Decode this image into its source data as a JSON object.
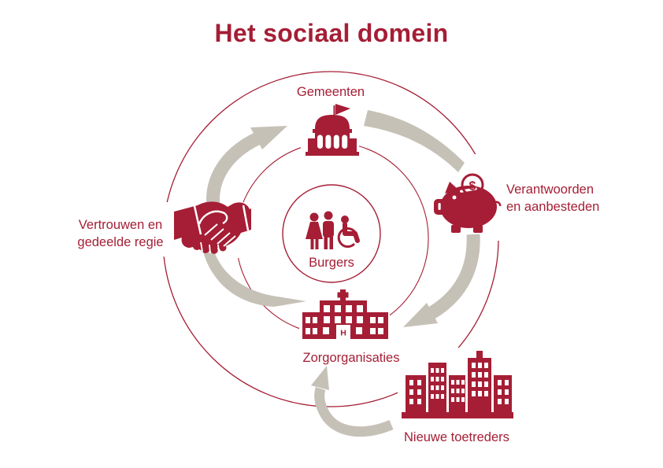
{
  "title": "Het sociaal domein",
  "colors": {
    "accent_red": "#a51e35",
    "arrow_gray": "#c6c1b7",
    "background": "#ffffff"
  },
  "center": {
    "label": "Burgers",
    "icons": [
      "woman-icon",
      "man-icon",
      "wheelchair-user-icon"
    ]
  },
  "nodes": {
    "gemeenten": {
      "label": "Gemeenten",
      "icon": "government-building-icon",
      "position": "top"
    },
    "verantwoorden": {
      "line1": "Verantwoorden",
      "line2": "en aanbesteden",
      "icon": "piggy-bank-icon",
      "position": "right"
    },
    "zorgorganisaties": {
      "label": "Zorgorganisaties",
      "icon": "hospital-icon",
      "position": "bottom"
    },
    "nieuwe_toetreders": {
      "label": "Nieuwe toetreders",
      "icon": "city-buildings-icon",
      "position": "bottom-right"
    },
    "vertrouwen": {
      "line1": "Vertrouwen en",
      "line2": "gedeelde regie",
      "icon": "handshake-icon",
      "position": "left"
    }
  },
  "symbols": {
    "coin": "$",
    "door": "H"
  },
  "arrows": [
    {
      "from": "Vertrouwen en gedeelde regie",
      "to": "Gemeenten",
      "has_arrowhead": true
    },
    {
      "from": "Gemeenten",
      "to": "Verantwoorden en aanbesteden",
      "has_arrowhead": false
    },
    {
      "from": "Verantwoorden en aanbesteden",
      "to": "Zorgorganisaties",
      "has_arrowhead": true
    },
    {
      "from": "Zorgorganisaties",
      "to": "Vertrouwen en gedeelde regie",
      "has_arrowhead": false
    },
    {
      "from": "Nieuwe toetreders",
      "to": "Zorgorganisaties",
      "has_arrowhead": true
    }
  ]
}
